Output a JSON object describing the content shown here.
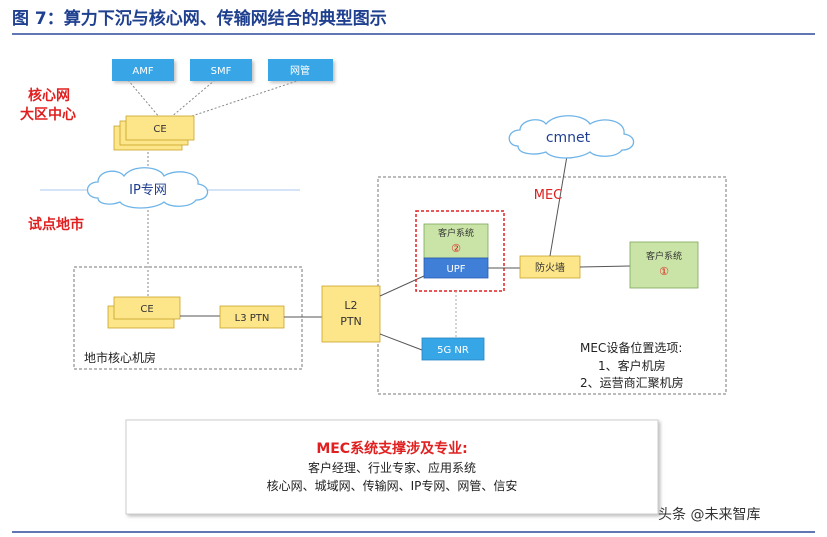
{
  "figure": {
    "title": "图 7：算力下沉与核心网、传输网结合的典型图示",
    "watermark": "头条 @未来智库"
  },
  "regions": {
    "core_label_1": "核心网",
    "core_label_2": "大区中心",
    "city_label": "试点地市",
    "city_room": "地市核心机房"
  },
  "nodes": {
    "amf": "AMF",
    "smf": "SMF",
    "nms": "网管",
    "ce_top": "CE",
    "ip_cloud": "IP专网",
    "ce_bottom": "CE",
    "l3ptn": "L3 PTN",
    "l2ptn_1": "L2",
    "l2ptn_2": "PTN",
    "customer_system_inner": "客户系统",
    "marker_2": "②",
    "upf": "UPF",
    "nr": "5G NR",
    "firewall": "防火墙",
    "customer_system_right": "客户系统",
    "marker_1": "①",
    "cmnet": "cmnet",
    "mec": "MEC"
  },
  "mec_options": {
    "title": "MEC设备位置选项:",
    "opt1": "1、客户机房",
    "opt2": "2、运营商汇聚机房"
  },
  "support_box": {
    "title": "MEC系统支撑涉及专业:",
    "line1": "客户经理、行业专家、应用系统",
    "line2": "核心网、城域网、传输网、IP专网、网管、信安"
  },
  "colors": {
    "title_blue": "#1f3f8f",
    "node_blue": "#37a6e6",
    "node_yellow": "#fde68a",
    "node_green": "#c9e4a6",
    "upf_blue": "#3f7fd8",
    "red": "#e02020",
    "rule_blue": "#2b4a9a"
  }
}
